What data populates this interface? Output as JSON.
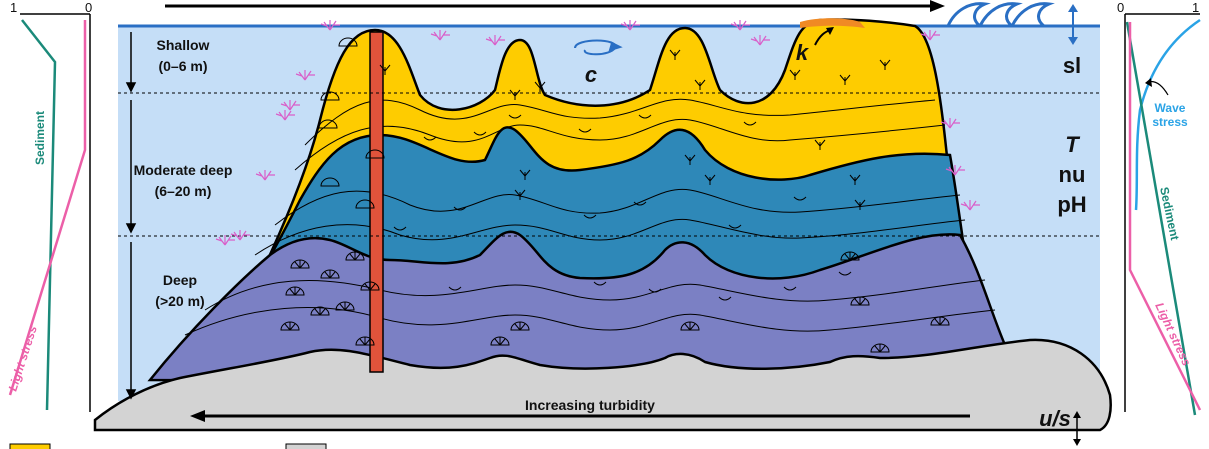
{
  "top_arrow_label": "",
  "depth_zones": [
    {
      "name": "Shallow",
      "range": "(0–6 m)"
    },
    {
      "name": "Moderate deep",
      "range": "(6–20 m)"
    },
    {
      "name": "Deep",
      "range": "(>20 m)"
    }
  ],
  "labels": {
    "sl": "sl",
    "T": "T",
    "nu": "nu",
    "pH": "pH",
    "c": "c",
    "k": "k",
    "us": "u/s",
    "turbidity": "Increasing turbidity"
  },
  "left_panel": {
    "tick_left": "1",
    "tick_right": "0",
    "sediment": "Sediment",
    "light": "Light stress"
  },
  "right_panel": {
    "tick_left": "0",
    "tick_right": "1",
    "wave": "Wave",
    "stress": "stress",
    "sediment": "Sediment",
    "light": "Light stress"
  },
  "colors": {
    "water": "#c5def7",
    "shallow": "#fecc00",
    "moderate": "#2e88b8",
    "deep": "#7b80c4",
    "seafloor": "#d3d3d3",
    "core": "#e0533b",
    "sediment_curve": "#1b8a7a",
    "light_curve": "#ec5fa8",
    "wave_curve": "#2aa3e6",
    "sea_surface": "#2a6fc4",
    "algae": "#d95fc9"
  }
}
